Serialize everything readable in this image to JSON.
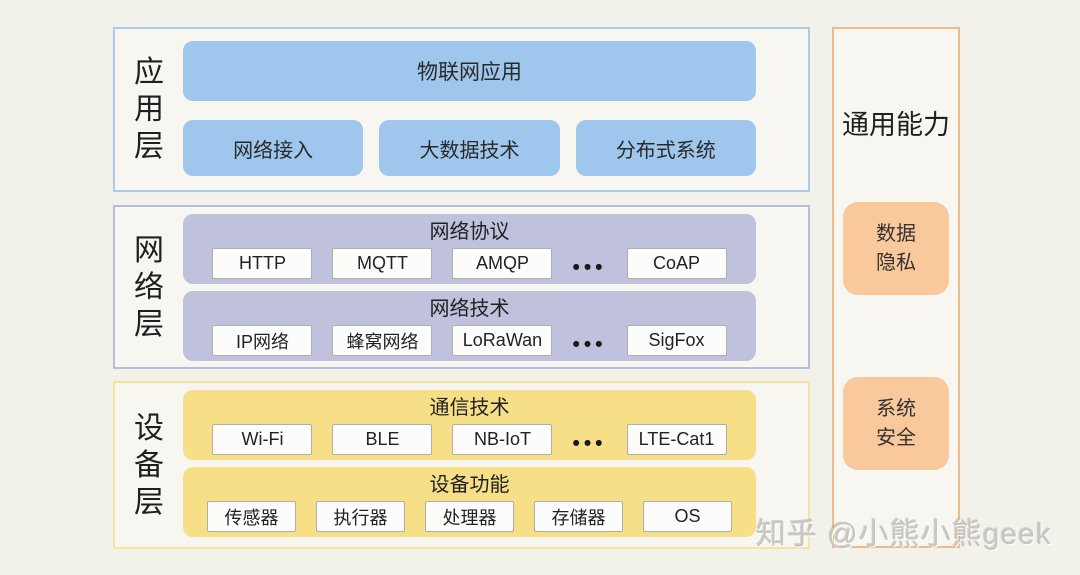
{
  "diagram": {
    "watermark": "知乎 @小熊小熊geek",
    "colors": {
      "page_bg": "#f2f1ea",
      "section_bg": "#f7f6f0",
      "app_border": "#a9cbe9",
      "app_fill": "#9fc6ec",
      "net_border": "#b7bedd",
      "net_fill": "#bfc1dd",
      "dev_border": "#f6e3a0",
      "dev_fill": "#f6df87",
      "panel_border": "#efba88",
      "panel_fill": "#f9c99c",
      "chip_bg": "#fcfcfa",
      "chip_border": "#aeaeac"
    },
    "app_layer": {
      "title": "应用层",
      "top_box": "物联网应用",
      "boxes": [
        "网络接入",
        "大数据技术",
        "分布式系统"
      ]
    },
    "network_layer": {
      "title": "网络层",
      "groups": [
        {
          "title": "网络协议",
          "chips": [
            "HTTP",
            "MQTT",
            "AMQP",
            "CoAP"
          ],
          "dots": "•••"
        },
        {
          "title": "网络技术",
          "chips": [
            "IP网络",
            "蜂窝网络",
            "LoRaWan",
            "SigFox"
          ],
          "dots": "•••"
        }
      ]
    },
    "device_layer": {
      "title": "设备层",
      "groups": [
        {
          "title": "通信技术",
          "chips": [
            "Wi-Fi",
            "BLE",
            "NB-IoT",
            "LTE-Cat1"
          ],
          "dots": "•••"
        },
        {
          "title": "设备功能",
          "chips": [
            "传感器",
            "执行器",
            "处理器",
            "存储器",
            "OS"
          ]
        }
      ]
    },
    "side_panel": {
      "title": "通用能力",
      "items": [
        [
          "数据",
          "隐私"
        ],
        [
          "系统",
          "安全"
        ]
      ]
    }
  }
}
